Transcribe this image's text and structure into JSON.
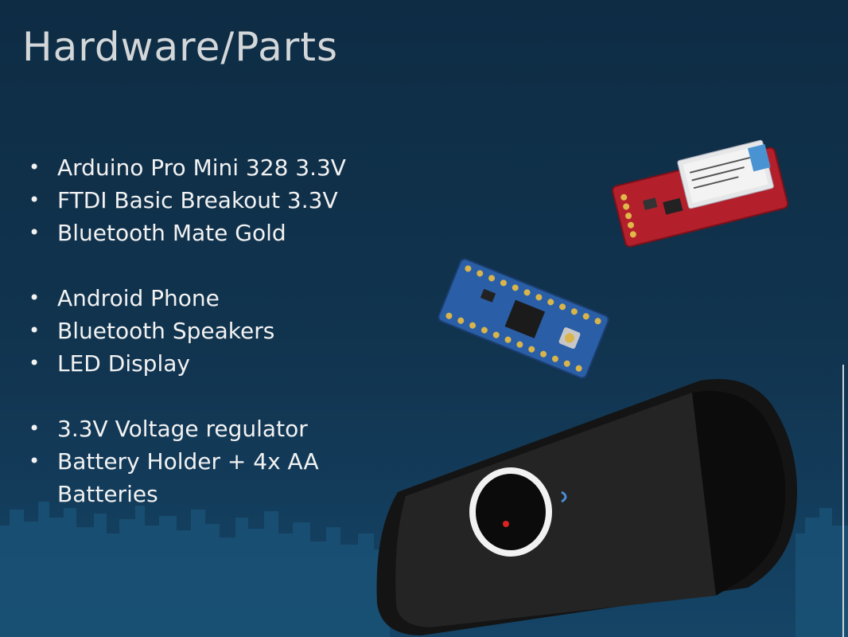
{
  "slide": {
    "title": "Hardware/Parts",
    "bullets": [
      "Arduino Pro Mini 328 3.3V",
      "FTDI Basic Breakout 3.3V",
      "Bluetooth Mate Gold",
      "Android Phone",
      "Bluetooth Speakers",
      "LED Display",
      "3.3V Voltage regulator",
      "Battery Holder + 4x AA Batteries"
    ]
  },
  "images": {
    "bluetooth_module": "Bluetooth Mate Gold board (red)",
    "arduino_board": "Arduino Pro Mini board (blue)",
    "speaker": "Bluetooth speaker (black)"
  },
  "colors": {
    "background": "#0e2c44",
    "skyline": "#1a5478",
    "title": "#d3d7d9",
    "text": "#f2f2f2"
  }
}
